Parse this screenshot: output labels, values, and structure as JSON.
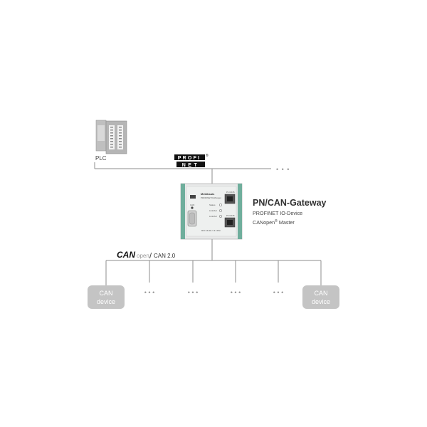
{
  "plc": {
    "label": "PLC"
  },
  "profinet": {
    "top": "PROFI",
    "bottom": "NET",
    "reg": "®"
  },
  "gateway": {
    "title": "PN/CAN-Gateway",
    "line1": "PROFINET IO-Device",
    "line2_pre": "CANopen",
    "line2_reg": "®",
    "line2_post": " Master",
    "device_brand": "Mebibsais",
    "device_model": "PROFINET/CANopen",
    "port1": "P1 RJ45",
    "port2": "P2 RJ45",
    "led1": "Status",
    "led2": "Link/Act",
    "led3": "Link/Act",
    "can_label": "CAN",
    "bottom_label": "MSC 16-001 V 6 0 MSI"
  },
  "canbus": {
    "can": "CAN",
    "open": "open",
    "slash": "/",
    "version": "CAN 2.0"
  },
  "devices": [
    {
      "line1": "CAN",
      "line2": "device"
    },
    {
      "line1": "CAN",
      "line2": "device"
    }
  ],
  "ellipsis": "• • •",
  "colors": {
    "line": "#8c8c8c",
    "device_box": "#c4c4c4",
    "device_text": "#ffffff",
    "gateway_rail": "#6fae9c",
    "title": "#333333"
  }
}
